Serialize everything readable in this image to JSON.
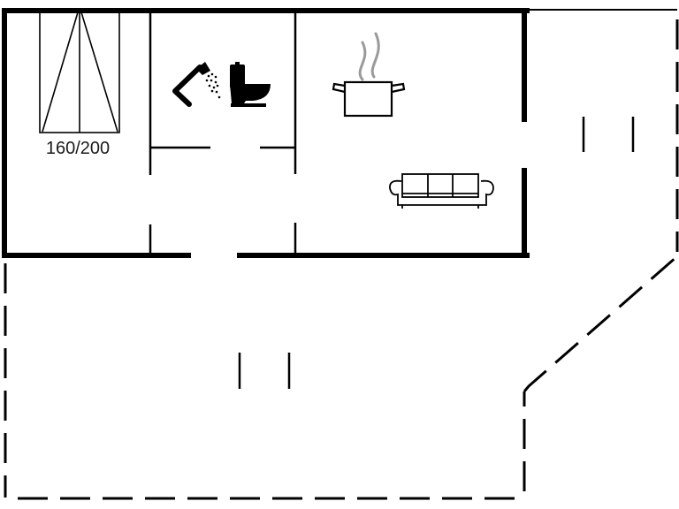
{
  "floor_plan": {
    "type": "house-floor-plan",
    "colors": {
      "wall": "#000000",
      "steam": "#9a9a9a",
      "background": "#ffffff"
    },
    "rooms": [
      {
        "id": "bedroom",
        "icon": "double-bed-icon",
        "bed_label": "160/200"
      },
      {
        "id": "bathroom",
        "icons": [
          "shower-icon",
          "toilet-icon"
        ]
      },
      {
        "id": "kitchen-living",
        "icons": [
          "cooking-pot-icon",
          "sofa-icon"
        ]
      },
      {
        "id": "hallway"
      }
    ],
    "outdoor_areas": [
      {
        "id": "terrace-right",
        "style": "dashed-outline"
      },
      {
        "id": "terrace-bottom",
        "style": "dashed-outline"
      }
    ]
  }
}
